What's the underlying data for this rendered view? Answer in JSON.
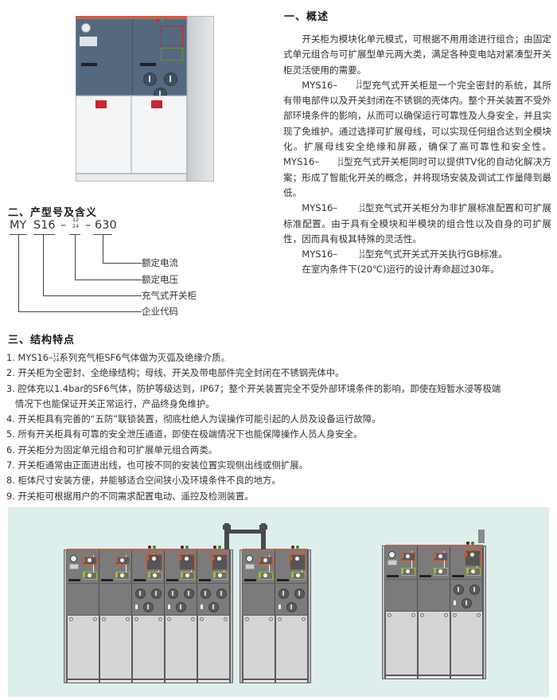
{
  "section1": {
    "heading": "一、概述",
    "paragraphs": [
      {
        "pre": "",
        "text": "开关柜为模块化单元模式，可根据不用用途进行组合；由固定式单元组合与可扩展型单元两大类，满足各种变电站对紧凑型开关柜灵活使用的需要。"
      },
      {
        "pre": "MYS16–",
        "frac_top": "12",
        "frac_bottom": "24",
        "text": "型充气式开关柜是一个完全密封的系统，其所有带电部件以及开关封闭在不锈钢的壳体内。整个开关装置不受外部环境条件的影响，从而可以确保运行可靠性及人身安全，并且实现了免维护。通过选择可扩展母线，可以实现任何组合达到全模块化。扩展母线安全绝缘和屏蔽，确保了高可靠性和安全性。",
        "pre2": "MYS16–",
        "text2": "型充气式开关柜同时可以提供TV化的自动化解决方案；形成了智能化开关的概念，并将现场安装及调试工作量降到最低。"
      },
      {
        "pre": "MYS16– ",
        "frac_top": "12",
        "frac_bottom": "24",
        "text": "型充气式开关柜分为非扩展标准配置和可扩展标准配置。由于具有全模块和半模块的组合性以及自身的可扩展性，因而具有极其特殊的灵活性。"
      },
      {
        "pre": "MYS16– ",
        "frac_top": "12",
        "frac_bottom": "24",
        "text": "型充气式开关式开关执行GB标准。"
      },
      {
        "pre": "",
        "text": "在室内条件下(20℃)运行的设计寿命超过30年。"
      }
    ]
  },
  "section2": {
    "heading": "二、产型号及含义",
    "model": {
      "seg1": "MY",
      "seg2": "S16",
      "dash1": "–",
      "frac_top": "12",
      "frac_bottom": "24",
      "dash2": "–",
      "seg4": "630"
    },
    "labels": [
      "额定电流",
      "额定电压",
      "充气式开关柜",
      "企业代码"
    ]
  },
  "section3": {
    "heading": "三、结构特点",
    "items": [
      {
        "num": "1.",
        "pre": "MYS16–",
        "frac_top": "12",
        "frac_bottom": "24",
        "text": "系列充气柜SF6气体做为灭弧及绝缘介质。"
      },
      {
        "num": "2.",
        "text": "开关柜为全密封、全绝缘结构；母线、开关及带电部件完全封闭在不锈钢壳体中。"
      },
      {
        "num": "3.",
        "text": "腔体充以1.4bar的SF6气体，防护等级达到，IP67；整个开关装置完全不受外部环境条件的影响，即使在短暂水浸等极端",
        "cont": "情况下也能保证开关正常运行，产品终身免维护。"
      },
      {
        "num": "4.",
        "text": "开关柜具有完善的“五防”联锁装置，彻底杜绝人为误操作可能引起的人员及设备运行故障。"
      },
      {
        "num": "5.",
        "text": "所有开关柜具有可靠的安全泄压通道，即使在极端情况下也能保障操作人员人身安全。"
      },
      {
        "num": "6.",
        "text": "开关柜分为固定单元组合和可扩展单元组合两类。"
      },
      {
        "num": "7.",
        "text": "开关柜通常由正面进出线，也可按不同的安装位置实现侧出线或侧扩展。"
      },
      {
        "num": "8.",
        "text": "柜体尺寸安装方便，并能够适合空间狭小及环境条件不良的地方。"
      },
      {
        "num": "9.",
        "text": "开关柜可根据用户的不同需求配置电动、遥控及检测装置。"
      }
    ]
  },
  "illustration": {
    "photo_alt": "switchgear-cabinet-photo",
    "lineups": [
      {
        "name": "extensible-lineup-a",
        "units": [
          "load-switch",
          "load-switch",
          "fuse-combination",
          "fuse-combination",
          "fuse-combination"
        ]
      },
      {
        "name": "extensible-lineup-b",
        "units": [
          "load-switch",
          "fuse-combination"
        ]
      },
      {
        "name": "fixed-lineup",
        "units": [
          "load-switch",
          "load-switch",
          "fuse-combination"
        ]
      }
    ],
    "colors": {
      "panel_bg": "#ddeeed",
      "accent_orange": "#e0552e",
      "indicator_green": "#9fb54a",
      "cabinet_blue": "#54697e",
      "cabinet_grey": "#7b7b7b"
    }
  }
}
